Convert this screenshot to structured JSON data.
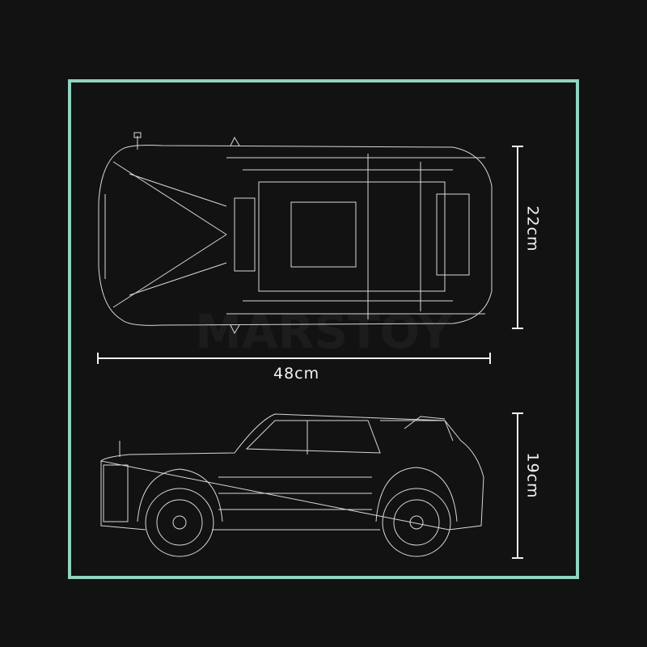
{
  "frame_color": "#8fd3c0",
  "background_color": "#121212",
  "line_color": "#e8e8e8",
  "watermark": "MARSTOY",
  "dimensions": {
    "length": "48cm",
    "width": "22cm",
    "height": "19cm"
  }
}
